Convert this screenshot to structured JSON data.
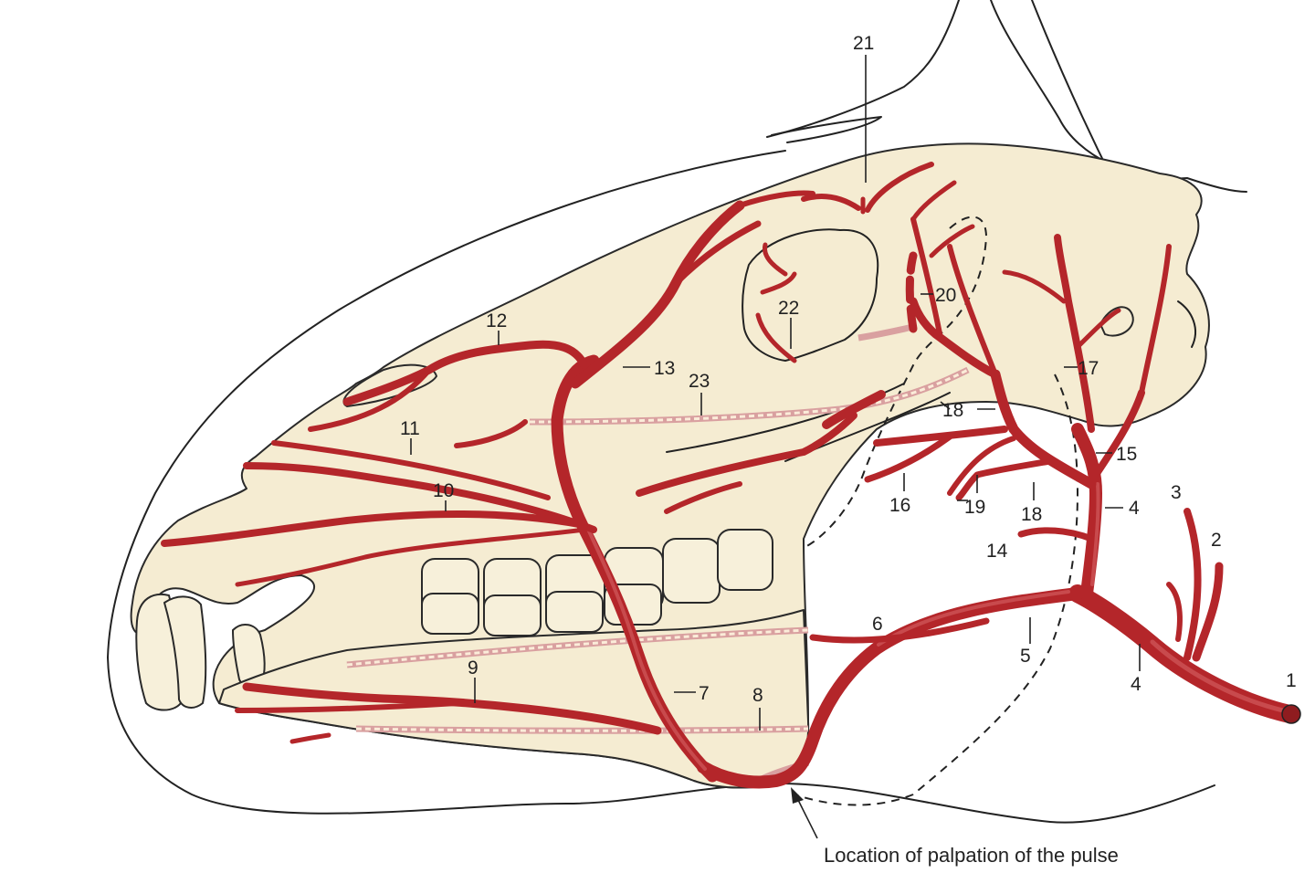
{
  "labels": {
    "n1": "1",
    "n2": "2",
    "n3": "3",
    "n4a": "4",
    "n4b": "4",
    "n5": "5",
    "n6": "6",
    "n7": "7",
    "n8": "8",
    "n9": "9",
    "n10": "10",
    "n11": "11",
    "n12": "12",
    "n13": "13",
    "n14": "14",
    "n15": "15",
    "n16": "16",
    "n17": "17",
    "n18a": "18",
    "n18b": "18",
    "n19": "19",
    "n20": "20",
    "n21": "21",
    "n22": "22",
    "n23": "23"
  },
  "caption": "Location of palpation of the pulse",
  "colors": {
    "artery": "#b4262a",
    "bone": "#f5ecd2",
    "outline": "#222222"
  }
}
